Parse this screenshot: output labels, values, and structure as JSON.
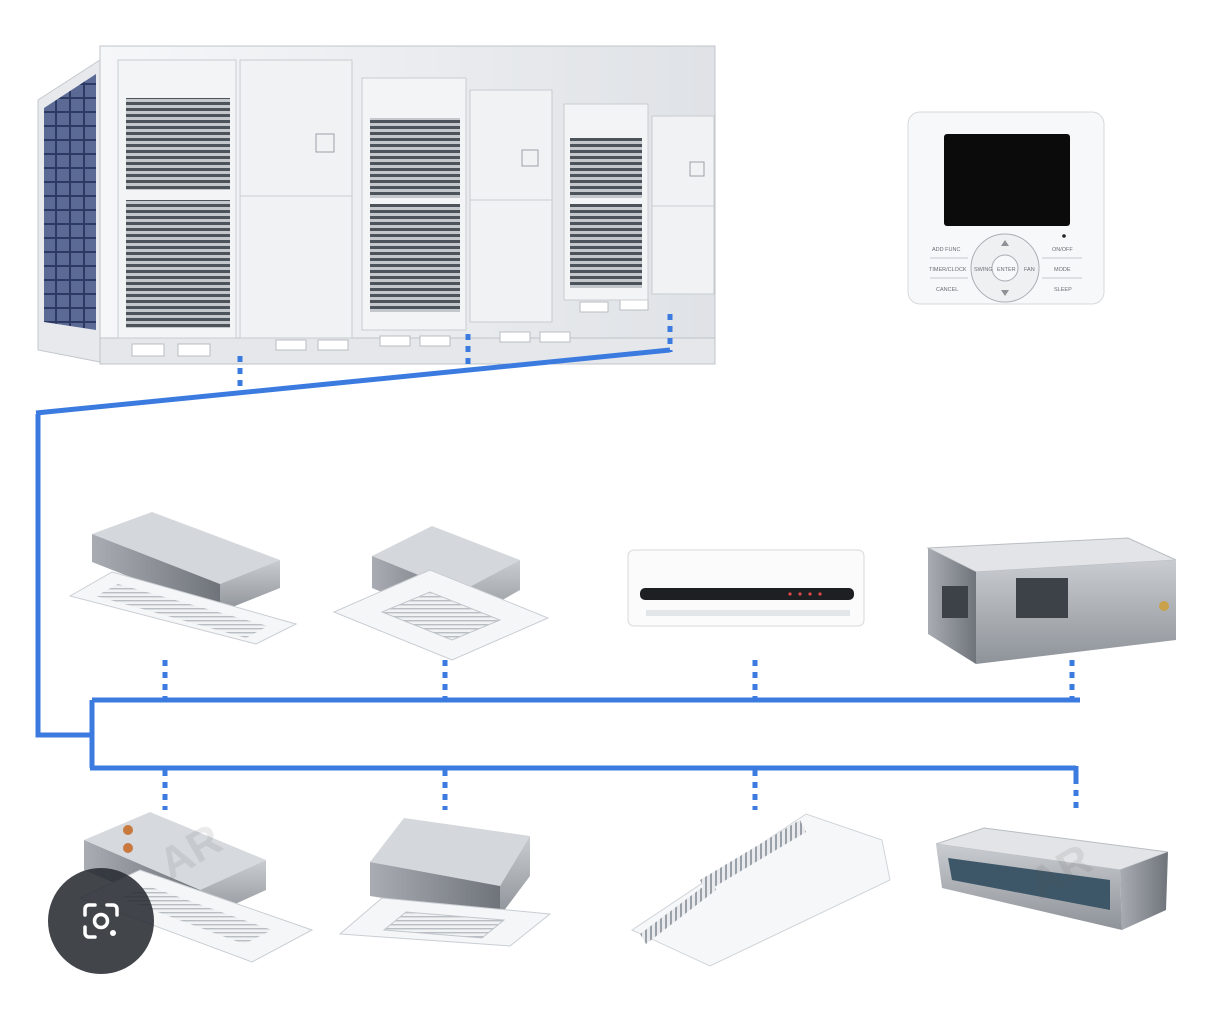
{
  "controller": {
    "labels": {
      "left": [
        "ADD FUNC",
        "TIMER/CLOCK",
        "CANCEL"
      ],
      "right": [
        "ON/OFF",
        "MODE",
        "SLEEP"
      ],
      "center": [
        "SWING",
        "ENTER",
        "FAN"
      ]
    }
  },
  "units": {
    "outdoor": [
      "outdoor-module-1",
      "outdoor-module-2",
      "outdoor-module-3"
    ],
    "indoor_row_1": [
      "one-way-cassette",
      "four-way-cassette",
      "wall-mounted-split",
      "ducted-unit"
    ],
    "indoor_row_2": [
      "compact-cassette",
      "round-flow-cassette",
      "ceiling-floor-unit",
      "slim-duct-unit"
    ]
  },
  "colors": {
    "pipe": "#3b7be0",
    "unit_body": "#eef0f2",
    "grille": "#4a4f56",
    "coil": "#2e3d66"
  },
  "overlay": {
    "icon": "google-lens-icon"
  }
}
